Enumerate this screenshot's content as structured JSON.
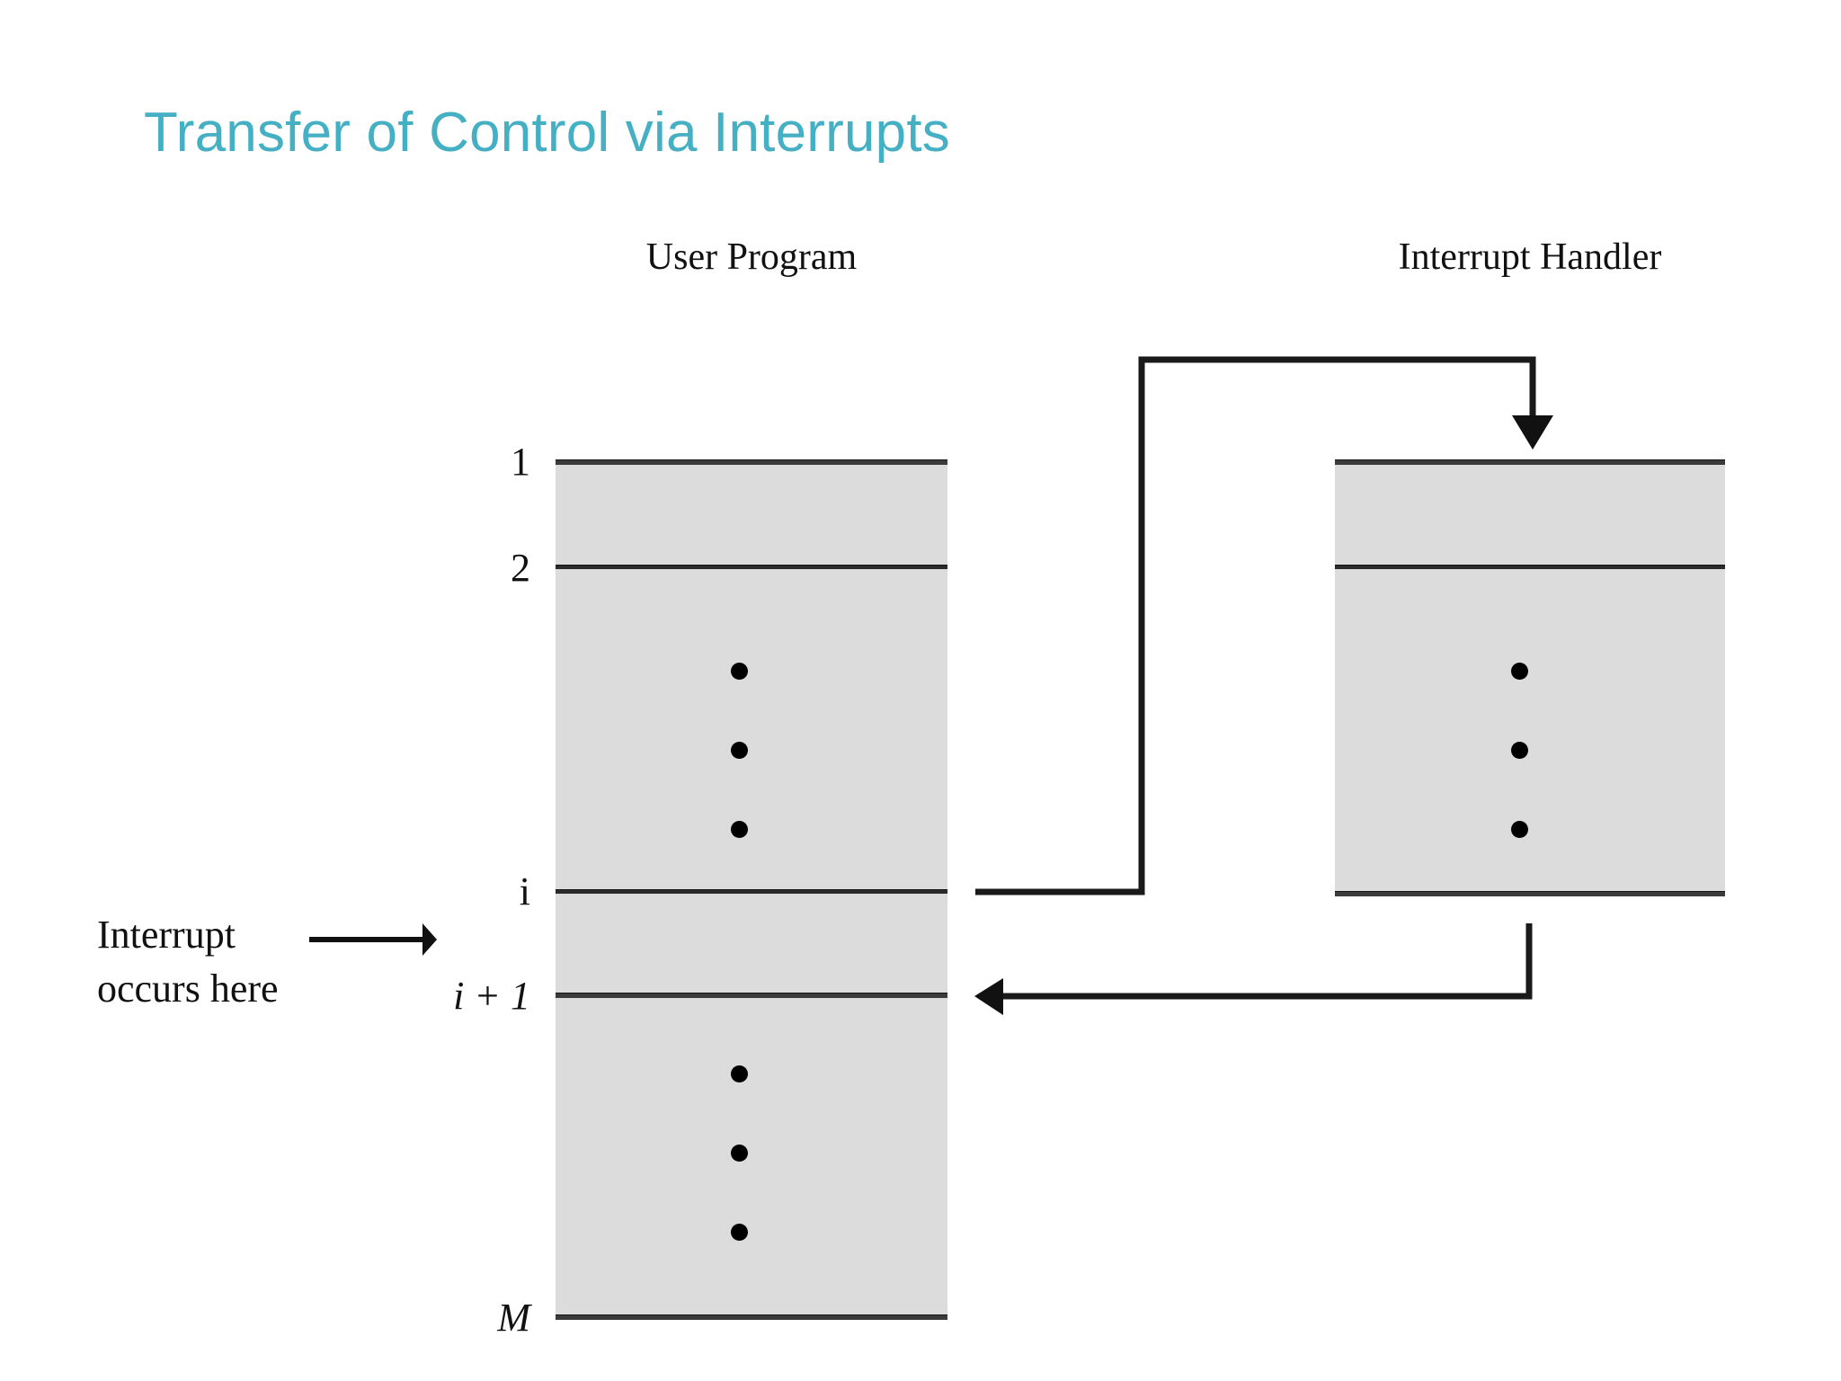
{
  "slide": {
    "title": "Transfer of Control via Interrupts",
    "title_color": "#45AFC4",
    "background_color": "#FFFFFF"
  },
  "diagram": {
    "box_fill_color": "#DCDCDC",
    "rule_color": "#3B3B3B",
    "connector_color": "#1A1A1A",
    "columns": [
      {
        "id": "user-program",
        "caption": "User Program",
        "index_labels": [
          "1",
          "2",
          "i",
          "i + 1",
          "M"
        ],
        "ellipsis_groups": 2
      },
      {
        "id": "interrupt-handler",
        "caption": "Interrupt Handler",
        "index_labels": [],
        "ellipsis_groups": 1
      }
    ],
    "annotation": {
      "line1": "Interrupt",
      "line2": "occurs here",
      "arrow": "arrow-right"
    },
    "connectors": [
      {
        "id": "call-handler",
        "from": "user-program:i",
        "to": "interrupt-handler:top",
        "arrowhead": "down"
      },
      {
        "id": "return-from-handler",
        "from": "interrupt-handler:bottom",
        "to": "user-program:i+1",
        "arrowhead": "left"
      }
    ]
  }
}
